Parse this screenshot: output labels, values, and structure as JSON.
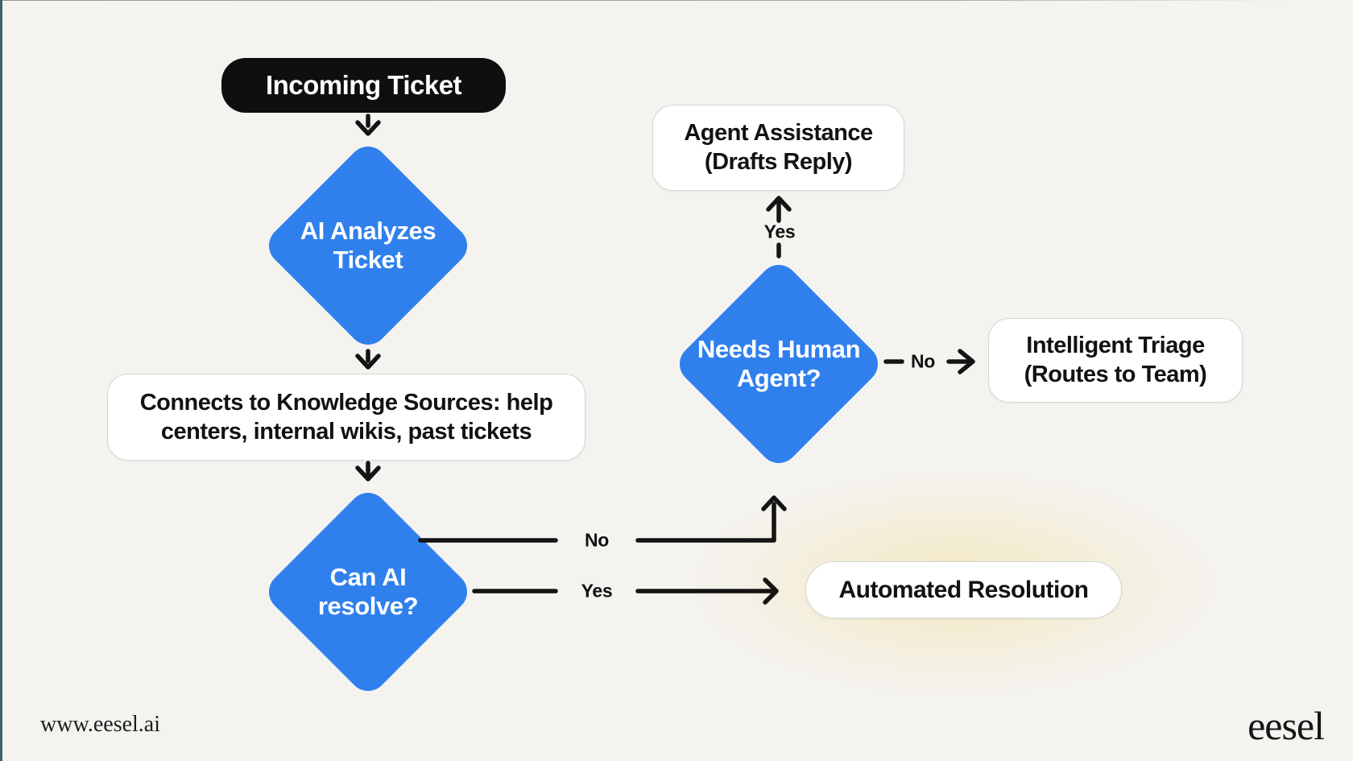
{
  "title": "AI ticket triage flowchart",
  "colors": {
    "background": "#f5f3f0",
    "diamond_blue": "#2f80ed",
    "node_black": "#0f0f0f",
    "arrow_ink": "#141414",
    "accent_left_border": "#40606c",
    "highlight_glow": "#f0e09b"
  },
  "nodes": {
    "incoming": {
      "label": "Incoming Ticket"
    },
    "analyze": {
      "label": "AI Analyzes\nTicket"
    },
    "knowledge": {
      "label": "Connects to Knowledge Sources: help\ncenters, internal wikis, past tickets"
    },
    "resolve": {
      "label": "Can AI\nresolve?"
    },
    "human": {
      "label": "Needs Human\nAgent?"
    },
    "assist": {
      "label": "Agent Assistance\n(Drafts Reply)"
    },
    "triage": {
      "label": "Intelligent Triage\n(Routes to Team)"
    },
    "automated": {
      "label": "Automated Resolution"
    }
  },
  "edges": {
    "resolve_no": "No",
    "resolve_yes": "Yes",
    "human_yes": "Yes",
    "human_no": "No"
  },
  "footer": {
    "url": "www.eesel.ai",
    "logo": "eesel"
  }
}
